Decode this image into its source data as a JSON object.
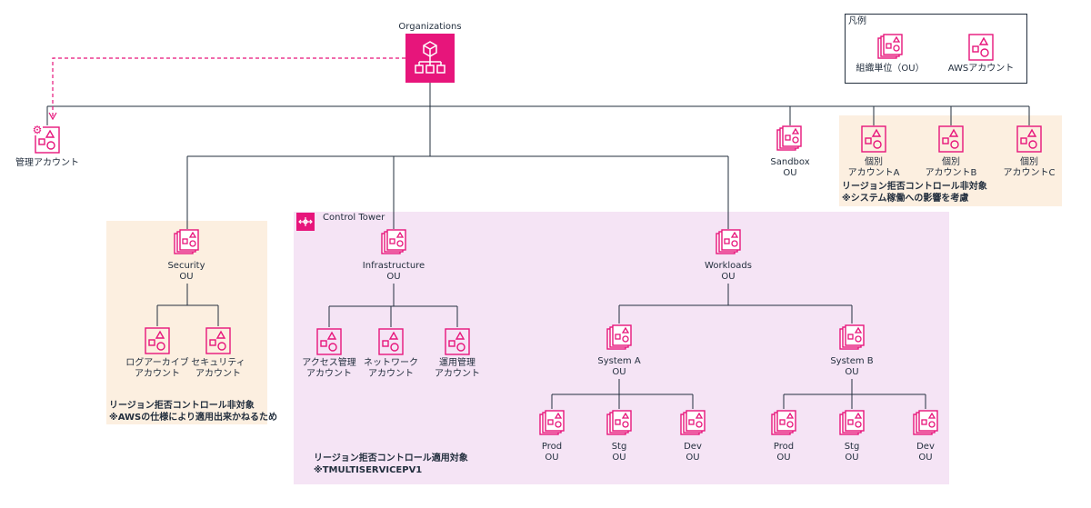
{
  "root": {
    "label": "Organizations"
  },
  "management": {
    "label": "管理アカウント"
  },
  "sandbox": {
    "line1": "Sandbox",
    "line2": "OU"
  },
  "individual": {
    "accounts": [
      {
        "line1": "個別",
        "line2": "アカウントA"
      },
      {
        "line1": "個別",
        "line2": "アカウントB"
      },
      {
        "line1": "個別",
        "line2": "アカウントC"
      }
    ],
    "note_line1": "リージョン拒否コントロール非対象",
    "note_line2": "※システム稼働への影響を考慮"
  },
  "legend": {
    "title": "凡例",
    "ou_label": "組織単位（OU）",
    "account_label": "AWSアカウント"
  },
  "security": {
    "line1": "Security",
    "line2": "OU",
    "accounts": [
      {
        "line1": "ログアーカイブ",
        "line2": "アカウント"
      },
      {
        "line1": "セキュリティ",
        "line2": "アカウント"
      }
    ],
    "note_line1": "リージョン拒否コントロール非対象",
    "note_line2": "※AWSの仕様により適用出来かねるため"
  },
  "control_tower": {
    "label": "Control Tower",
    "note_line1": "リージョン拒否コントロール適用対象",
    "note_line2": "※TMULTISERVICEPV1"
  },
  "infrastructure": {
    "line1": "Infrastructure",
    "line2": "OU",
    "accounts": [
      {
        "line1": "アクセス管理",
        "line2": "アカウント"
      },
      {
        "line1": "ネットワーク",
        "line2": "アカウント"
      },
      {
        "line1": "運用管理",
        "line2": "アカウント"
      }
    ]
  },
  "workloads": {
    "line1": "Workloads",
    "line2": "OU"
  },
  "system_a": {
    "line1": "System A",
    "line2": "OU",
    "children": [
      {
        "line1": "Prod",
        "line2": "OU"
      },
      {
        "line1": "Stg",
        "line2": "OU"
      },
      {
        "line1": "Dev",
        "line2": "OU"
      }
    ]
  },
  "system_b": {
    "line1": "System B",
    "line2": "OU",
    "children": [
      {
        "line1": "Prod",
        "line2": "OU"
      },
      {
        "line1": "Stg",
        "line2": "OU"
      },
      {
        "line1": "Dev",
        "line2": "OU"
      }
    ]
  },
  "colors": {
    "accent": "#e7157b",
    "line": "#232f3e",
    "peach_region": "#fcefe0",
    "control_tower_region": "#f5e4f5"
  }
}
